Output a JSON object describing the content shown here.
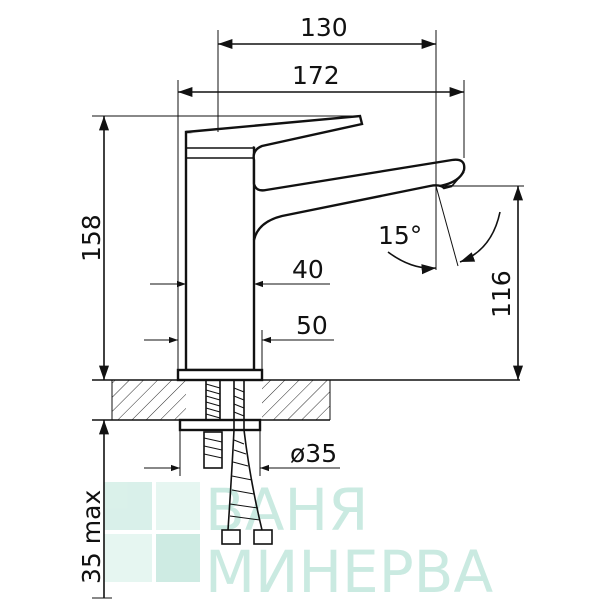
{
  "dimensions": {
    "width_top": "130",
    "width_total": "172",
    "height_total": "158",
    "spout_height": "116",
    "angle": "15°",
    "base_small": "40",
    "base_large": "50",
    "hole_diameter": "ø35",
    "deck_max": "35 max"
  },
  "watermark": {
    "line1": "ВАНЯ",
    "line2": "МИНЕРВА"
  },
  "colors": {
    "line": "#111111",
    "watermark": "#9fd9c9"
  }
}
